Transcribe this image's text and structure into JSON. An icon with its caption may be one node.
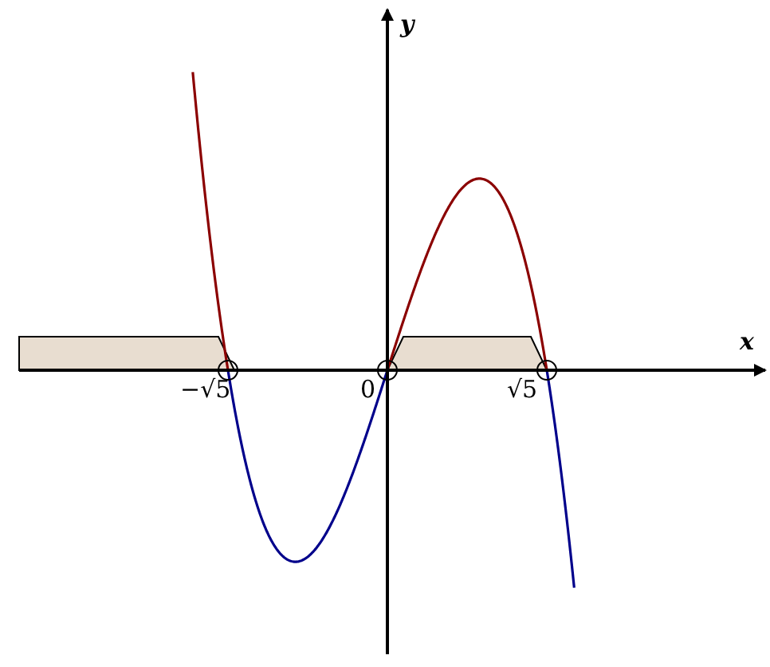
{
  "diagram": {
    "labels": [
      "y",
      "x",
      "−√5",
      "0",
      "√5"
    ]
  }
}
